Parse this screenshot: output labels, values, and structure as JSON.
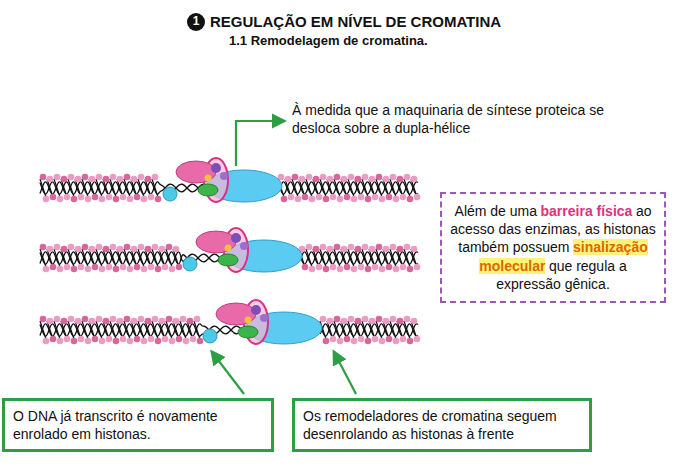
{
  "diagram": {
    "title": "REGULAÇÃO EM NÍVEL DE CROMATINA",
    "nodes": [
      {
        "text": [
          "Além de uma",
          "barreira física",
          "ao acesso das enzimas, as histonas também possuem",
          "sinalização molecular",
          "que regula a expressão gênica."
        ]
      },
      {
        "text": [
          "O DNA já transcrito é novamente enrolado em histonas."
        ]
      },
      {
        "text": [
          "Os remodeladores de cromatina seguem desenrolando as histonas à frente"
        ]
      }
    ],
    "labels": [
      "1",
      "1.1 Remodelagem de cromatina.",
      "À medida que a maquinaria de síntese proteica se desloca sobre a dupla-hélice"
    ]
  }
}
